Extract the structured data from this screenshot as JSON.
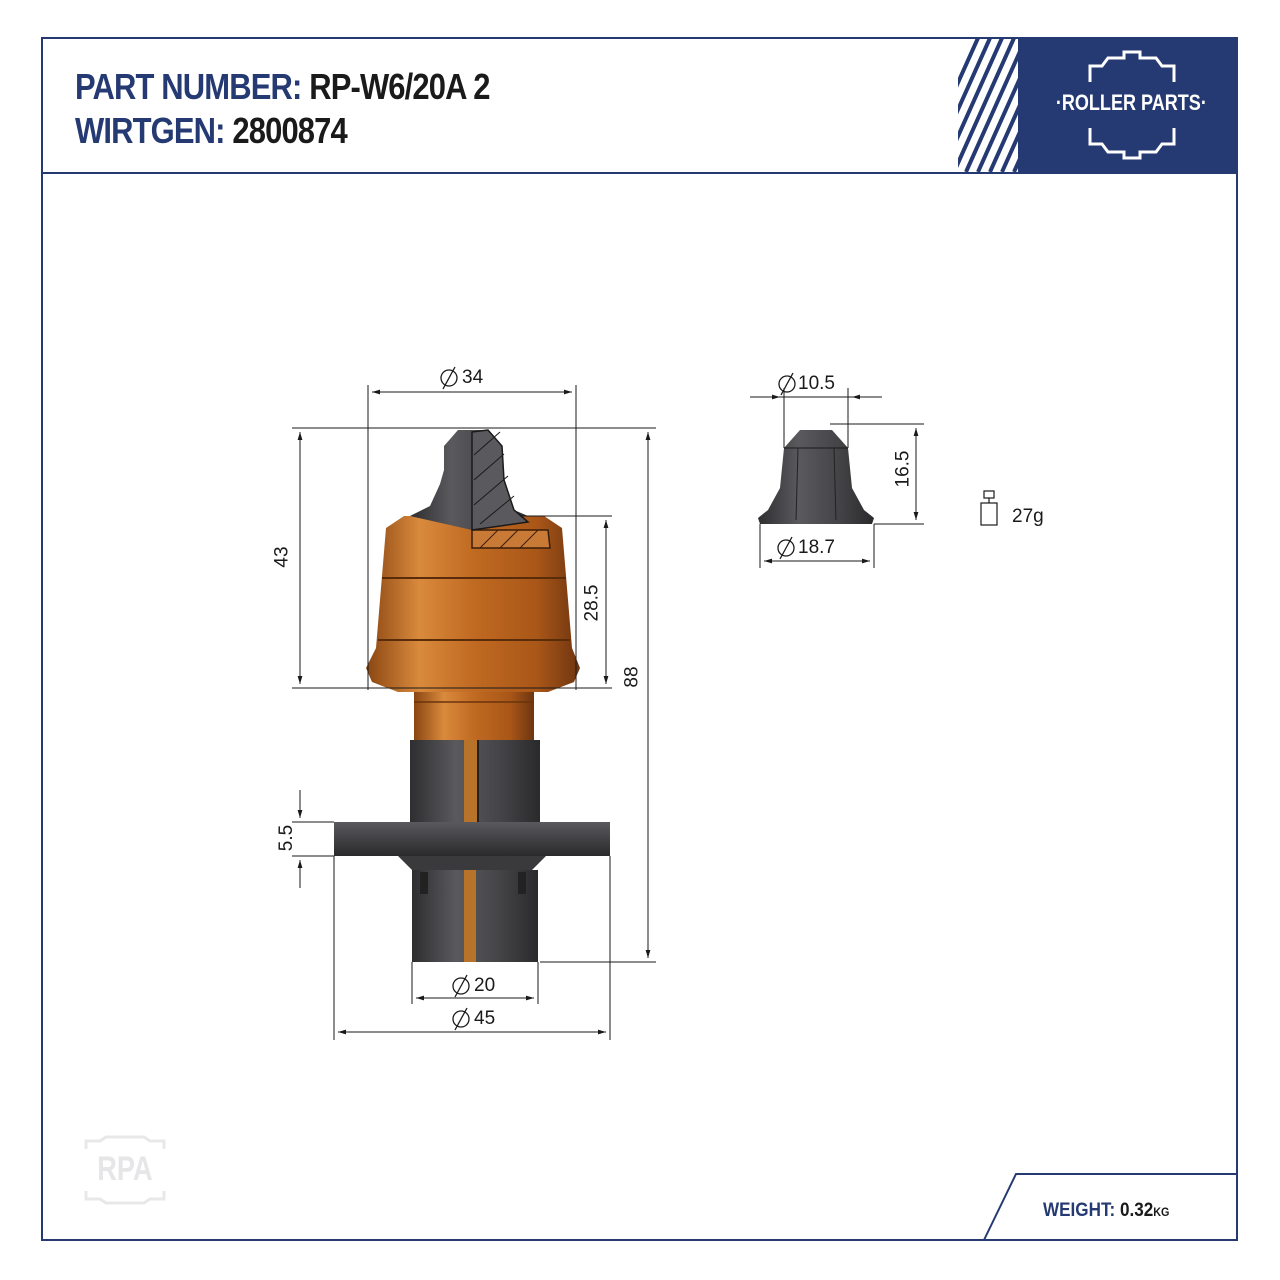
{
  "header": {
    "part_label": "PART NUMBER:",
    "part_value": "RP-W6/20A 2",
    "oem_label": "WIRTGEN:",
    "oem_value": "2800874"
  },
  "logo": {
    "text": "·ROLLER PARTS·",
    "watermark": "RPA"
  },
  "dimensions": {
    "d34": "34",
    "d43": "43",
    "d28_5": "28.5",
    "d88": "88",
    "d5_5": "5.5",
    "d20": "20",
    "d45": "45",
    "tip_d10_5": "10.5",
    "tip_d18_7": "18.7",
    "tip_h16_5": "16.5"
  },
  "tip_weight": "27g",
  "footer": {
    "weight_label": "WEIGHT:",
    "weight_value": "0.32",
    "weight_unit": "KG"
  },
  "colors": {
    "brand_blue": "#253a73",
    "copper": "#c9742c",
    "steel": "#4a4a4d"
  }
}
